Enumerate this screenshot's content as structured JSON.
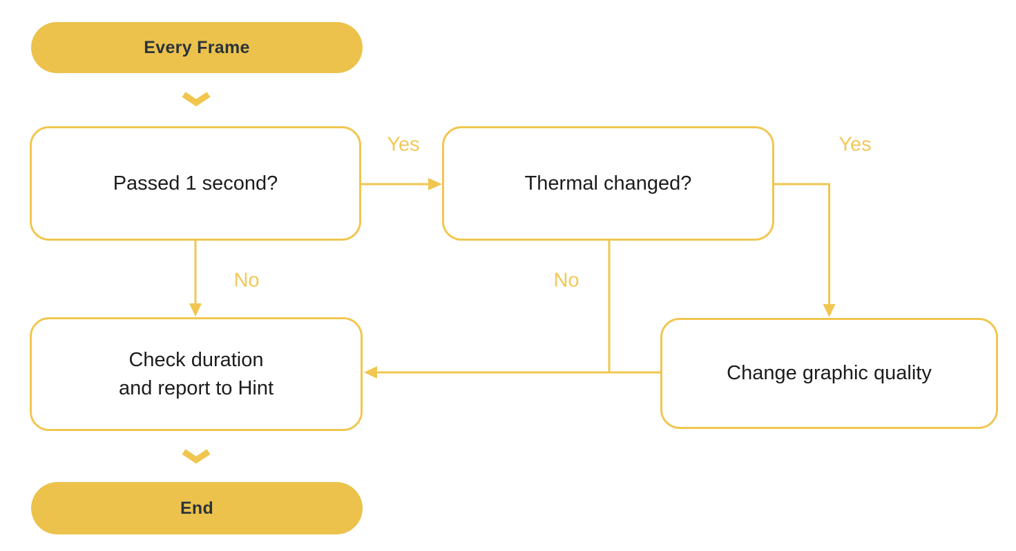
{
  "diagram": {
    "type": "flowchart",
    "colors": {
      "line_yellow": "#F1C64F",
      "fill_yellow": "#ECC24C",
      "label_yellow": "#F2C857",
      "terminal_text": "#2B333B",
      "box_text": "#1C1C1E",
      "background": "#FFFFFF"
    },
    "nodes": {
      "start": {
        "kind": "terminal",
        "label": "Every Frame"
      },
      "passed": {
        "kind": "decision",
        "label": "Passed 1 second?"
      },
      "thermal": {
        "kind": "decision",
        "label": "Thermal changed?"
      },
      "change": {
        "kind": "process",
        "label": "Change graphic quality"
      },
      "check": {
        "kind": "process",
        "label": "Check duration\nand report to Hint"
      },
      "end": {
        "kind": "terminal",
        "label": "End"
      }
    },
    "edges": {
      "start_to_passed": {
        "from": "start",
        "to": "passed",
        "label": ""
      },
      "passed_yes": {
        "from": "passed",
        "to": "thermal",
        "label": "Yes"
      },
      "thermal_yes": {
        "from": "thermal",
        "to": "change",
        "label": "Yes"
      },
      "passed_no": {
        "from": "passed",
        "to": "check",
        "label": "No"
      },
      "thermal_no": {
        "from": "thermal",
        "to": "check",
        "label": "No"
      },
      "change_to_check": {
        "from": "change",
        "to": "check",
        "label": ""
      },
      "check_to_end": {
        "from": "check",
        "to": "end",
        "label": ""
      }
    }
  }
}
